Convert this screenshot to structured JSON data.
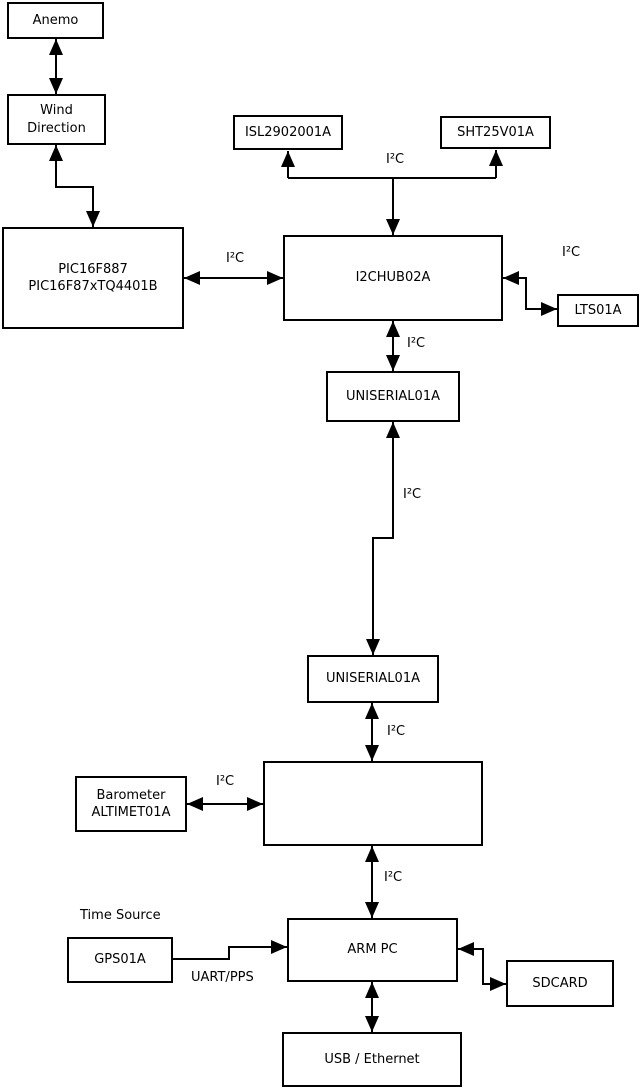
{
  "diagram": {
    "colors": {
      "background": "#ffffff",
      "line": "#000000",
      "text": "#000000"
    },
    "nodes": {
      "anemo": {
        "label": "Anemo"
      },
      "wind_direction": {
        "line1": "Wind",
        "line2": "Direction"
      },
      "pic": {
        "line1": "PIC16F887",
        "line2": "PIC16F87xTQ4401B"
      },
      "isl": {
        "label": "ISL2902001A"
      },
      "sht": {
        "label": "SHT25V01A"
      },
      "hub1": {
        "label": "I2CHUB02A"
      },
      "lts": {
        "label": "LTS01A"
      },
      "uniserial1": {
        "label": "UNISERIAL01A"
      },
      "uniserial2": {
        "label": "UNISERIAL01A"
      },
      "barometer": {
        "line1": "Barometer",
        "line2": "ALTIMET01A"
      },
      "armpc": {
        "label": "ARM PC"
      },
      "gps": {
        "label": "GPS01A"
      },
      "sdcard": {
        "label": "SDCARD"
      },
      "usb": {
        "label": "USB / Ethernet"
      }
    },
    "edge_labels": {
      "i2c_pic_hub1": "I²C",
      "i2c_sensors": "I²C",
      "i2c_lts": "I²C",
      "i2c_hub1_uniserial1": "I²C",
      "i2c_uniserial_link": "I²C",
      "i2c_uniserial2_hub2": "I²C",
      "i2c_barometer": "I²C",
      "i2c_hub2_armpc": "I²C",
      "time_source": "Time Source",
      "uart_pps": "UART/PPS"
    }
  }
}
